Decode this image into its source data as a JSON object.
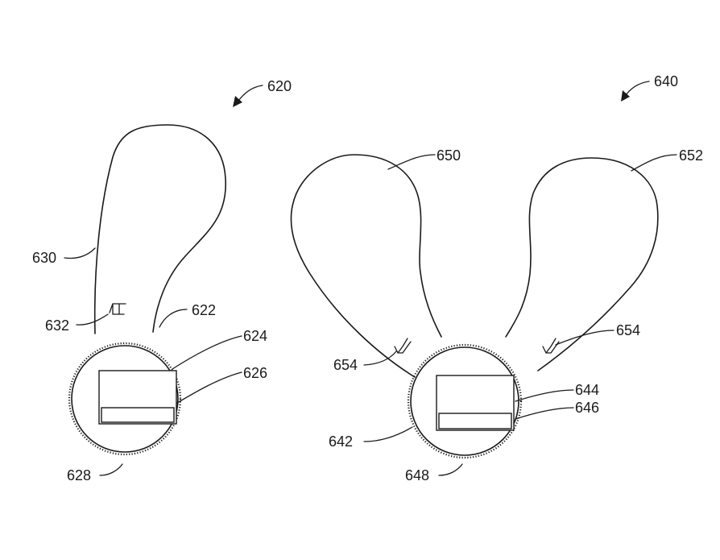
{
  "figure": {
    "devices": [
      {
        "ref": "620",
        "parts": {
          "lobe": "630",
          "clip": "632",
          "neck": "622",
          "display": "624",
          "display_strip": "626",
          "rim": "628"
        }
      },
      {
        "ref": "640",
        "parts": {
          "lobe_left": "650",
          "lobe_right": "652",
          "clip_left": "654",
          "clip_right": "654",
          "housing": "642",
          "display": "644",
          "display_strip": "646",
          "rim": "648"
        }
      }
    ],
    "colors": {
      "ink": "#1a1a1a",
      "background": "#ffffff"
    }
  }
}
